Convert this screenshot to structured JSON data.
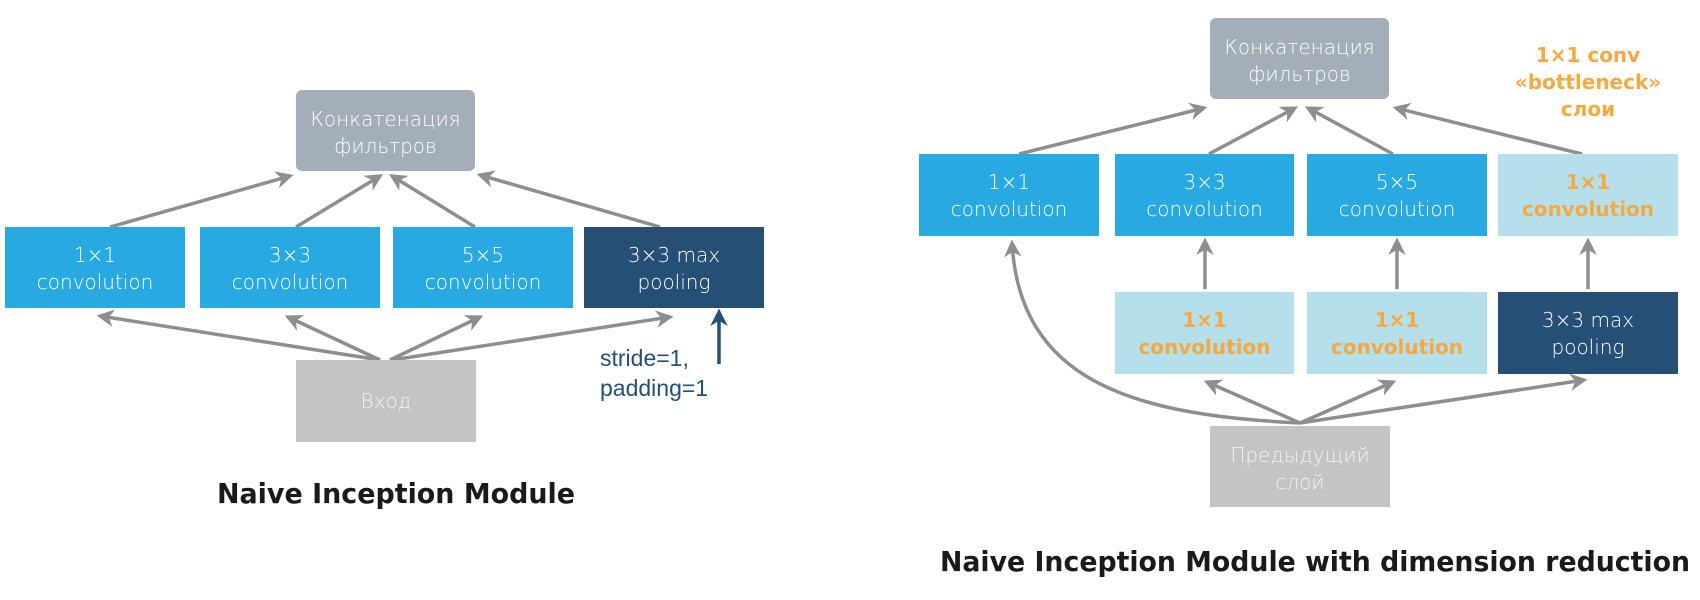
{
  "colors": {
    "conv_blue": "#29a9e1",
    "bottleneck_light_blue": "#b5dfea",
    "pooling_dark_blue": "#264f76",
    "concat_gray": "#a3aeb8",
    "input_gray": "#c4c4c4",
    "accent_orange": "#f5a940",
    "arrow_gray": "#8e8e8e",
    "title_black": "#1a1a1a"
  },
  "left_diagram": {
    "title": "Naive Inception Module",
    "concat": {
      "line1": "Конкатенация",
      "line2": "фильтров"
    },
    "branches": [
      {
        "line1": "1×1",
        "line2": "convolution",
        "type": "conv"
      },
      {
        "line1": "3×3",
        "line2": "convolution",
        "type": "conv"
      },
      {
        "line1": "5×5",
        "line2": "convolution",
        "type": "conv"
      },
      {
        "line1": "3×3 max",
        "line2": "pooling",
        "type": "pooling"
      }
    ],
    "input": {
      "label": "Вход"
    },
    "pooling_note": {
      "line1": "stride=1,",
      "line2": "padding=1"
    }
  },
  "right_diagram": {
    "title": "Naive Inception Module with dimension reduction",
    "concat": {
      "line1": "Конкатенация",
      "line2": "фильтров"
    },
    "top_row": [
      {
        "line1": "1×1",
        "line2": "convolution",
        "type": "conv"
      },
      {
        "line1": "3×3",
        "line2": "convolution",
        "type": "conv"
      },
      {
        "line1": "5×5",
        "line2": "convolution",
        "type": "conv"
      },
      {
        "line1": "1×1",
        "line2": "convolution",
        "type": "bottleneck"
      }
    ],
    "bottom_row": [
      {
        "line1": "1×1",
        "line2": "convolution",
        "type": "bottleneck"
      },
      {
        "line1": "1×1",
        "line2": "convolution",
        "type": "bottleneck"
      },
      {
        "line1": "3×3 max",
        "line2": "pooling",
        "type": "pooling"
      }
    ],
    "input": {
      "line1": "Предыдущий",
      "line2": "слой"
    },
    "bottleneck_note": {
      "line1": "1×1 conv",
      "line2": "«bottleneck»",
      "line3": "слои"
    }
  }
}
